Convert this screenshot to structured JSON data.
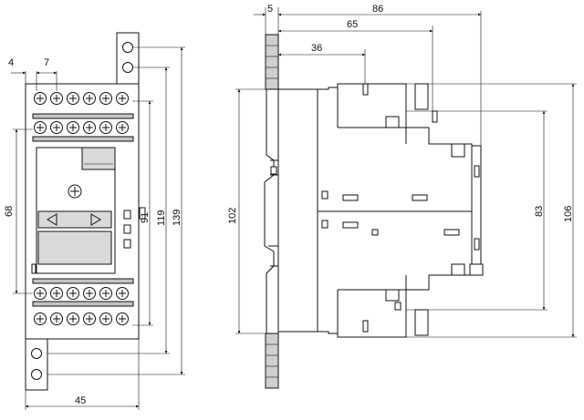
{
  "front_view": {
    "dimensions": {
      "top_pitch": "7",
      "top_offset": "4",
      "width": "45",
      "height_68": "68",
      "height_91": "91",
      "height_119": "119",
      "height_139": "139"
    }
  },
  "side_view": {
    "dimensions": {
      "rail_depth": "5",
      "total_depth": "86",
      "depth_65": "65",
      "depth_36": "36",
      "height_102": "102",
      "height_83": "83",
      "height_106": "106"
    }
  }
}
